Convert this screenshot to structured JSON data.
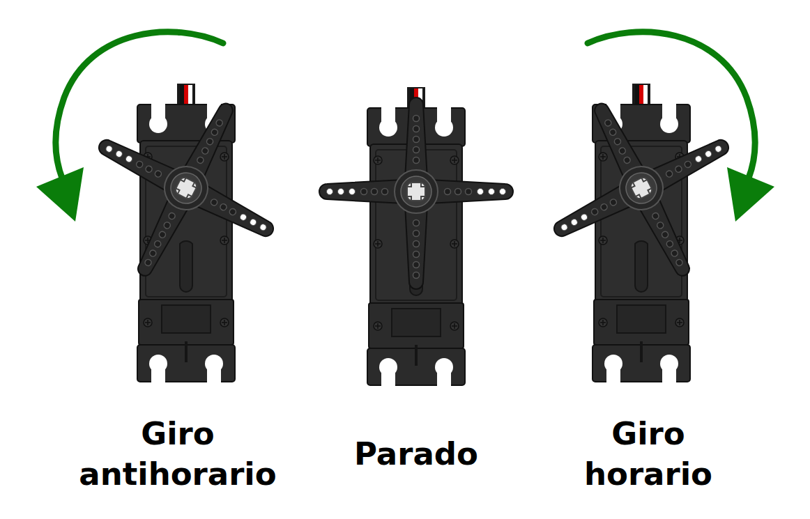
{
  "diagram": {
    "labels": [
      "Giro antihorario",
      "Parado",
      "Giro horario"
    ]
  }
}
